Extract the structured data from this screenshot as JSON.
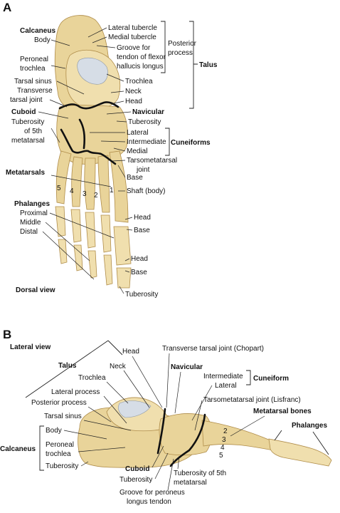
{
  "panel_a": {
    "letter": "A",
    "view": "Dorsal view",
    "labels": {
      "calcaneus": "Calcaneus",
      "body": "Body",
      "lateral_tubercle": "Lateral tubercle",
      "medial_tubercle": "Medial tubercle",
      "groove_1": "Groove for",
      "groove_2": "tendon of flexor",
      "groove_3": "hallucis longus",
      "posterior_1": "Posterior",
      "posterior_2": "process",
      "talus": "Talus",
      "peroneal_1": "Peroneal",
      "peroneal_2": "trochlea",
      "trochlea": "Trochlea",
      "tarsal_sinus": "Tarsal sinus",
      "neck": "Neck",
      "transverse_1": "Transverse",
      "transverse_2": "tarsal joint",
      "head": "Head",
      "cuboid": "Cuboid",
      "navicular": "Navicular",
      "tub5_1": "Tuberosity",
      "tub5_2": "of 5th",
      "tub5_3": "metatarsal",
      "tuberosity": "Tuberosity",
      "lateral": "Lateral",
      "intermediate": "Intermediate",
      "medial": "Medial",
      "cuneiforms": "Cuneiforms",
      "tmt_1": "Tarsometatarsal",
      "tmt_2": "joint",
      "metatarsals": "Metatarsals",
      "base": "Base",
      "shaft": "Shaft (body)",
      "num5": "5",
      "num4": "4",
      "num3": "3",
      "num2": "2",
      "num1": "1",
      "phalanges": "Phalanges",
      "proximal": "Proximal",
      "middle": "Middle",
      "distal": "Distal",
      "ph_head1": "Head",
      "ph_base1": "Base",
      "ph_head2": "Head",
      "ph_base2": "Base",
      "ph_tuberosity": "Tuberosity"
    }
  },
  "panel_b": {
    "letter": "B",
    "view": "Lateral view",
    "labels": {
      "head": "Head",
      "transverse": "Transverse tarsal joint  (Chopart)",
      "talus": "Talus",
      "neck": "Neck",
      "navicular": "Navicular",
      "trochlea": "Trochlea",
      "intermediate": "Intermediate",
      "lateral": "Lateral",
      "cuneiform": "Cuneiform",
      "lateral_process": "Lateral process",
      "posterior_process": "Posterior process",
      "tmt": "Tarsometatarsal joint (Lisfranc)",
      "tarsal_sinus": "Tarsal sinus",
      "metatarsal_bones": "Metatarsal bones",
      "phalanges": "Phalanges",
      "num2": "2",
      "num3": "3",
      "num4": "4",
      "num5": "5",
      "body": "Body",
      "calcaneus": "Calcaneus",
      "peroneal_1": "Peroneal",
      "peroneal_2": "trochlea",
      "tuberosity": "Tuberosity",
      "cuboid": "Cuboid",
      "cuboid_tuberosity": "Tuberosity",
      "tub5_1": "Tuberosity of 5th",
      "tub5_2": "metatarsal",
      "groove_1": "Groove for peroneus",
      "groove_2": "longus tendon"
    }
  },
  "colors": {
    "bone": "#e9d49a",
    "bone_outline": "#b08d4a",
    "cartilage": "#d6dde6",
    "joint_line": "#111111"
  }
}
